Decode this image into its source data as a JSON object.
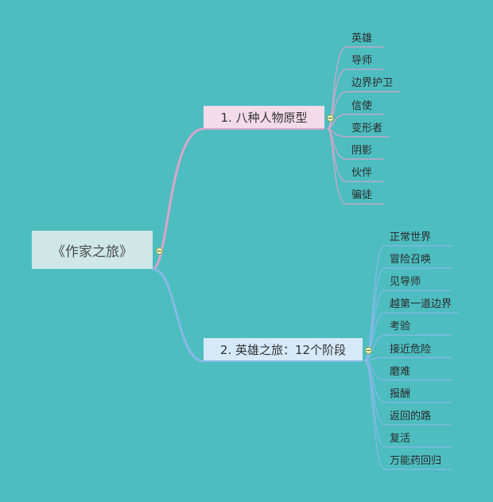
{
  "root": {
    "label": "《作家之旅》"
  },
  "branches": [
    {
      "label": "1. 八种人物原型",
      "color": "#d9a6cb",
      "items": [
        "英雄",
        "导师",
        "边界护卫",
        "信使",
        "变形者",
        "阴影",
        "伙伴",
        "骗徒"
      ]
    },
    {
      "label": "2. 英雄之旅：12个阶段",
      "color": "#86b9e6",
      "items": [
        "正常世界",
        "冒险召唤",
        "见导师",
        "越第一道边界",
        "考验",
        "接近危险",
        "磨难",
        "报酬",
        "返回的路",
        "复活",
        "万能药回归"
      ]
    }
  ]
}
